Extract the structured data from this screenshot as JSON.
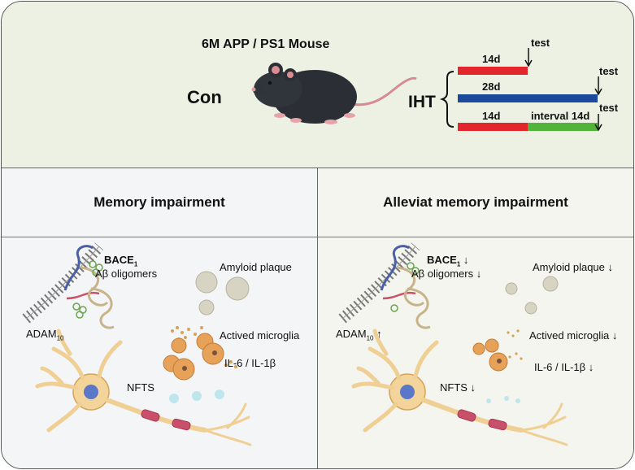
{
  "header": {
    "title": "6M APP / PS1 Mouse",
    "control_label": "Con",
    "treatment_label": "IHT",
    "protocols": [
      {
        "duration": "14d",
        "test": "test",
        "color": "#e2262b"
      },
      {
        "duration": "28d",
        "test": "test",
        "color": "#1b4a9c"
      },
      {
        "duration": "14d",
        "interval": "interval 14d",
        "test": "test",
        "color": "#e2262b",
        "interval_color": "#52b33b"
      }
    ]
  },
  "left_panel": {
    "title": "Memory impairment",
    "labels": {
      "bace": "BACE",
      "bace_sub": "1",
      "abeta": "Aβ oligomers",
      "amyloid": "Amyloid plaque",
      "adam": "ADAM",
      "adam_sub": "10",
      "microglia": "Actived microglia",
      "il": "IL-6 / IL-1β",
      "nfts": "NFTS"
    }
  },
  "right_panel": {
    "title": "Alleviat memory impairment",
    "labels": {
      "bace": "BACE",
      "bace_sub": "1",
      "bace_arrow": "↓",
      "abeta": "Aβ oligomers ↓",
      "amyloid": "Amyloid plaque ↓",
      "adam": "ADAM",
      "adam_sub": "10",
      "adam_arrow": "↑",
      "microglia": "Actived microglia ↓",
      "il": "IL-6 / IL-1β ↓",
      "nfts": "NFTS ↓"
    }
  }
}
